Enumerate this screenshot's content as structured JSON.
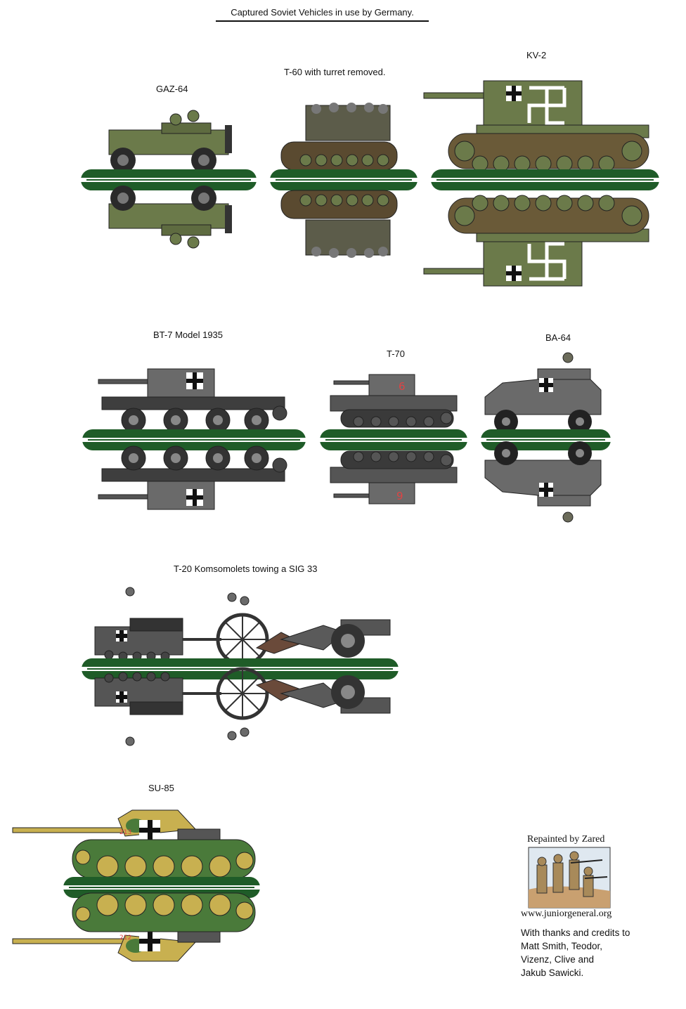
{
  "title": "Captured Soviet Vehicles in use by Germany.",
  "vehicles": {
    "gaz64": "GAZ-64",
    "t60": "T-60 with turret removed.",
    "kv2": "KV-2",
    "bt7": "BT-7 Model 1935",
    "t70": "T-70",
    "ba64": "BA-64",
    "t20": "T-20 Komsomolets towing a SIG 33",
    "su85": "SU-85"
  },
  "markings": {
    "t70_top": "6",
    "t70_bottom": "9",
    "su85_top": "213",
    "su85_bottom": "212"
  },
  "credits": {
    "repainted_by": "Repainted by Zared",
    "site": "www.juniorgeneral.org",
    "line1": "With thanks and credits to",
    "line2": "Matt Smith, Teodor,",
    "line3": "Vizenz, Clive and",
    "line4": "Jakub Sawicki."
  },
  "colors": {
    "base_green": "#1f5c28",
    "soviet_green": "#6b7a4a",
    "panzer_grey": "#5a5a5a",
    "camo_yellow": "#c8b050"
  }
}
